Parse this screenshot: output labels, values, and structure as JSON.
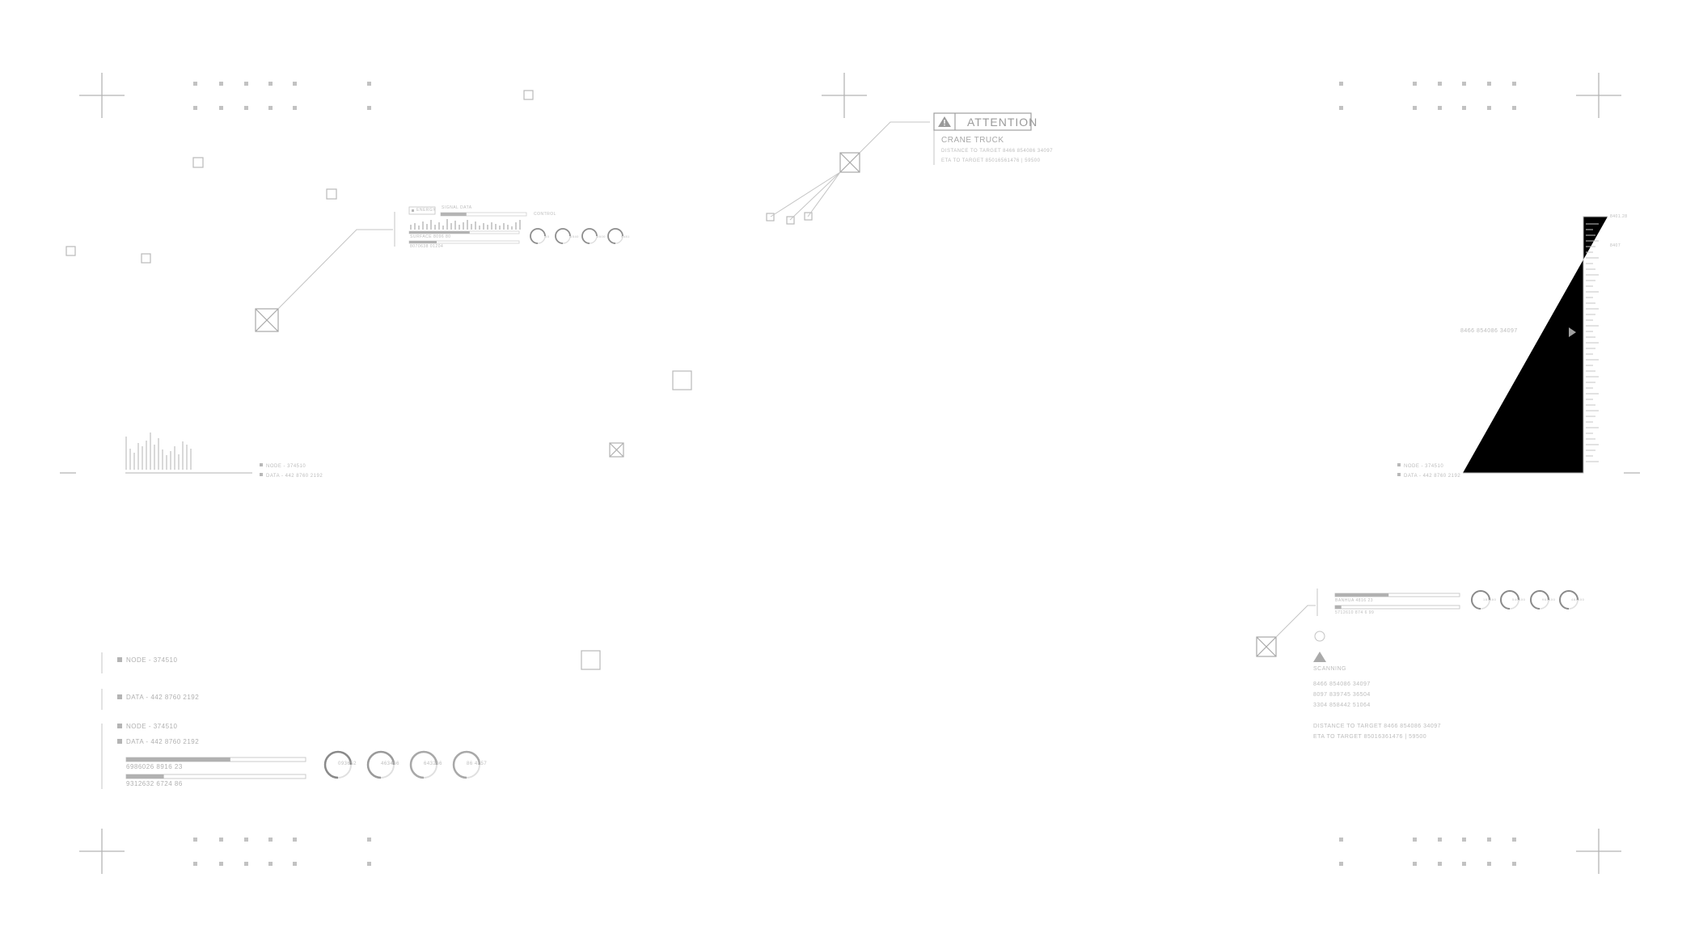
{
  "colors": {
    "stroke": "#bdbdbd",
    "strong": "#8f8f8f",
    "fill": "#b8b8b8",
    "text": "#a8a8a8"
  },
  "alert": {
    "title": "ATTENTION",
    "subject": "CRANE TRUCK",
    "distance": "DISTANCE TO TARGET 8466 854086 34097",
    "eta": "ETA TO TARGET 85016561476 | 59500",
    "icon": "warning-triangle-icon"
  },
  "panel_tl": {
    "badge": "ENERGY",
    "header": "SIGNAL DATA",
    "status": "CONTROL",
    "bar1_label": "SURFACE 8096 80",
    "bar2_label": "8070638 01204",
    "bar_top": 0.3,
    "bar1": 0.55,
    "bar2": 0.25
  },
  "panel_left_mid": {
    "lines": [
      "NODE - 374510",
      "DATA - 442 8760 2192"
    ]
  },
  "panel_right_mid": {
    "readout": "8466 854086 34097",
    "lines": [
      "NODE - 374510",
      "DATA - 442 8760 2192"
    ],
    "scale_labels": [
      "8401.28",
      "8407"
    ]
  },
  "panel_bl": {
    "node": "NODE - 374510",
    "data": "DATA - 442 8760 2192",
    "node2": "NODE - 374510",
    "data2": "DATA - 442 8760 2192",
    "bar1_label": "6986026 8916 23",
    "bar2_label": "9312632 6724 86",
    "bar1": 0.58,
    "bar2": 0.21,
    "gauges": [
      "093652",
      "463466",
      "643266",
      "86 4357"
    ]
  },
  "panel_br": {
    "bar1_label": "BANHUA 4816 23",
    "bar2_label": "5712610 874 6 99",
    "bar1": 0.43,
    "bar2": 0.05,
    "status": "SCANNING",
    "lines": [
      "8466 854086 34097",
      "8097 839745 36504",
      "3304 858442 51064"
    ],
    "distance": "DISTANCE TO TARGET 8466 854086 34097",
    "eta": "ETA TO TARGET 85016361476 | 59500",
    "gauges": [
      "183460",
      "540400",
      "963100",
      "484400"
    ]
  },
  "panel_tl_gauges": [
    "40",
    "6540",
    "3600",
    "9481"
  ]
}
